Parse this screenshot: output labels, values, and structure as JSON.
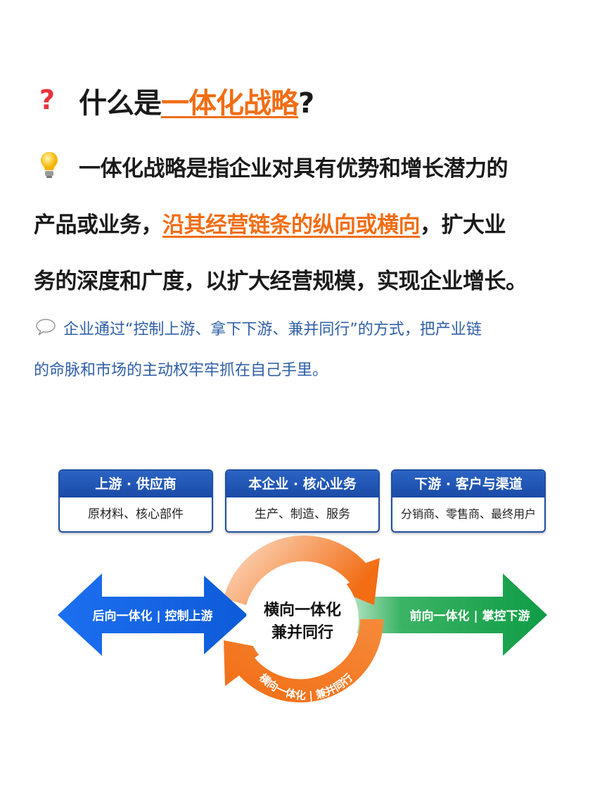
{
  "title": {
    "icon": "question-mark-icon",
    "prefix": "什么是",
    "highlight": "一体化战略",
    "suffix": "?"
  },
  "definition": {
    "icon": "light-bulb-icon",
    "line1": "一体化战略是指企业对具有优势和增长潜力的",
    "line2_prefix": "产品或业务，",
    "line2_highlight": "沿其经营链条的纵向或横向",
    "line2_suffix": "，扩大业",
    "line3": "务的深度和广度，以扩大经营规模，实现企业增长。"
  },
  "note": {
    "icon": "speech-bubble-icon",
    "line1": "企业通过“控制上游、拿下下游、兼并同行”的方式，把产业链",
    "line2": "的命脉和市场的主动权牢牢抓在自己手里。"
  },
  "diagram": {
    "boxes": [
      {
        "header": "上游 · 供应商",
        "body": "原材料、核心部件"
      },
      {
        "header": "本企业 · 核心业务",
        "body": "生产、制造、服务"
      },
      {
        "header": "下游 · 客户与渠道",
        "body": "分销商、零售商、最终用户"
      }
    ],
    "left_arrow": "后向一体化 | 控制上游",
    "right_arrow": "前向一体化 | 掌控下游",
    "center_line1": "横向一体化",
    "center_line2": "兼并同行",
    "cycle_label": "横向一体化 | 兼并同行",
    "colors": {
      "orange": "#f26d14",
      "blue": "#1565e0",
      "green": "#12a24a",
      "navy": "#1e4fa0",
      "note_blue": "#2f5fa7"
    }
  }
}
